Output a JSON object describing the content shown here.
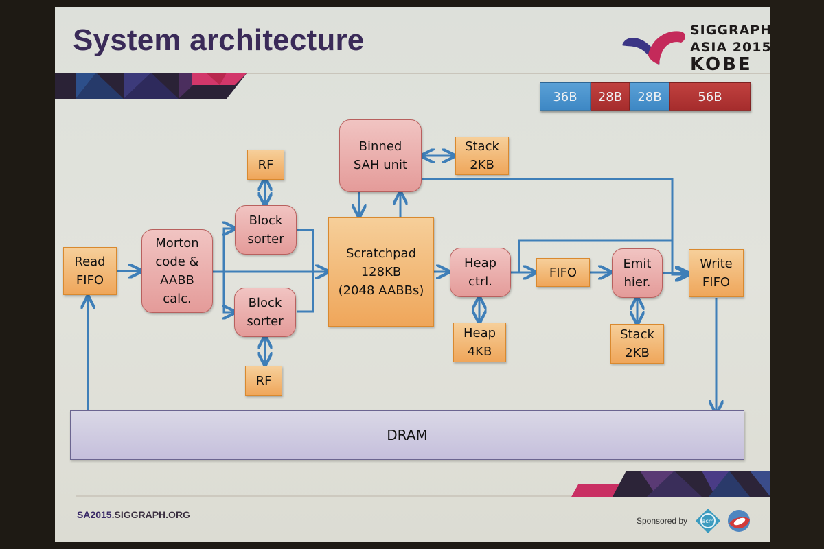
{
  "slide": {
    "title": "System architecture",
    "logo": {
      "line1": "SIGGRAPH",
      "line2": "ASIA 2015",
      "line3": "KOBE"
    },
    "byte_layout": [
      {
        "label": "36B",
        "color": "#4a93cd"
      },
      {
        "label": "28B",
        "color": "#b33636"
      },
      {
        "label": "28B",
        "color": "#4a93cd"
      },
      {
        "label": "56B",
        "color": "#b33636"
      }
    ],
    "footer": {
      "url_prefix": "SA2015",
      "url_suffix": ".SIGGRAPH.ORG",
      "sponsored_by": "Sponsored by",
      "sponsor_logos": [
        "acm-logo",
        "sponsor-swirl-logo"
      ]
    }
  },
  "diagram": {
    "colors": {
      "memory_fill": "#f2b56f",
      "logic_fill": "#e8a9a7",
      "dram_fill": "#cdc8e0",
      "arrow": "#3f7fb8",
      "title": "#3a2a58"
    },
    "nodes": {
      "read_fifo": {
        "label": "Read\nFIFO",
        "kind": "memory"
      },
      "morton": {
        "label": "Morton\ncode &\nAABB\ncalc.",
        "kind": "logic"
      },
      "rf_top": {
        "label": "RF",
        "kind": "memory"
      },
      "block_sorter_top": {
        "label": "Block\nsorter",
        "kind": "logic"
      },
      "block_sorter_bottom": {
        "label": "Block\nsorter",
        "kind": "logic"
      },
      "rf_bottom": {
        "label": "RF",
        "kind": "memory"
      },
      "binned_sah": {
        "label": "Binned\nSAH unit",
        "kind": "logic"
      },
      "stack_top": {
        "label": "Stack\n2KB",
        "kind": "memory"
      },
      "scratchpad": {
        "label": "Scratchpad\n128KB\n(2048 AABBs)",
        "kind": "memory"
      },
      "heap_ctrl": {
        "label": "Heap\nctrl.",
        "kind": "logic"
      },
      "heap_mem": {
        "label": "Heap\n4KB",
        "kind": "memory"
      },
      "fifo": {
        "label": "FIFO",
        "kind": "memory"
      },
      "emit_hier": {
        "label": "Emit\nhier.",
        "kind": "logic"
      },
      "stack_bottom": {
        "label": "Stack\n2KB",
        "kind": "memory"
      },
      "write_fifo": {
        "label": "Write\nFIFO",
        "kind": "memory"
      },
      "dram": {
        "label": "DRAM",
        "kind": "dram"
      }
    },
    "edges": [
      {
        "from": "dram",
        "to": "read_fifo",
        "type": "arrow"
      },
      {
        "from": "read_fifo",
        "to": "morton",
        "type": "arrow"
      },
      {
        "from": "morton",
        "to": "block_sorter_top",
        "type": "arrow"
      },
      {
        "from": "morton",
        "to": "block_sorter_bottom",
        "type": "arrow"
      },
      {
        "from": "morton",
        "to": "scratchpad",
        "type": "arrow"
      },
      {
        "from": "block_sorter_top",
        "to": "scratchpad",
        "type": "arrow"
      },
      {
        "from": "block_sorter_bottom",
        "to": "scratchpad",
        "type": "arrow"
      },
      {
        "from": "rf_top",
        "to": "block_sorter_top",
        "type": "bidirectional"
      },
      {
        "from": "rf_bottom",
        "to": "block_sorter_bottom",
        "type": "bidirectional"
      },
      {
        "from": "binned_sah",
        "to": "stack_top",
        "type": "bidirectional"
      },
      {
        "from": "binned_sah",
        "to": "scratchpad",
        "type": "arrow"
      },
      {
        "from": "scratchpad",
        "to": "binned_sah",
        "type": "arrow"
      },
      {
        "from": "binned_sah",
        "to": "write_fifo",
        "type": "arrow"
      },
      {
        "from": "scratchpad",
        "to": "heap_ctrl",
        "type": "arrow"
      },
      {
        "from": "heap_ctrl",
        "to": "heap_mem",
        "type": "bidirectional"
      },
      {
        "from": "heap_ctrl",
        "to": "fifo",
        "type": "arrow"
      },
      {
        "from": "heap_ctrl",
        "to": "write_fifo",
        "type": "arrow"
      },
      {
        "from": "fifo",
        "to": "emit_hier",
        "type": "arrow"
      },
      {
        "from": "emit_hier",
        "to": "write_fifo",
        "type": "arrow"
      },
      {
        "from": "emit_hier",
        "to": "stack_bottom",
        "type": "bidirectional"
      },
      {
        "from": "write_fifo",
        "to": "dram",
        "type": "arrow"
      }
    ]
  }
}
